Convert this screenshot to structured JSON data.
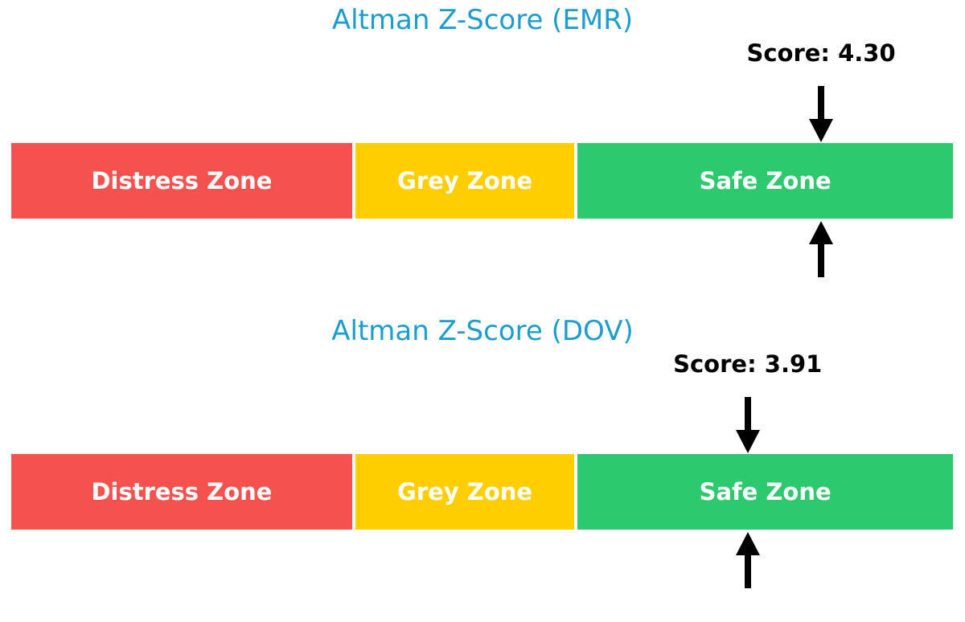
{
  "figure": {
    "background": "#ffffff"
  },
  "chart_data": [
    {
      "type": "bar",
      "orientation": "horizontal",
      "title": "Altman Z-Score (EMR)",
      "title_color": "#1C9DD0",
      "xlim": [
        0,
        5
      ],
      "zones": [
        {
          "label": "Distress Zone",
          "color": "#F5514E",
          "range": [
            0,
            1.81
          ]
        },
        {
          "label": "Grey Zone",
          "color": "#FFCE00",
          "range": [
            1.81,
            2.99
          ]
        },
        {
          "label": "Safe Zone",
          "color": "#2DC96F",
          "range": [
            2.99,
            5
          ]
        }
      ],
      "score": 4.3,
      "score_label": "Score: 4.30",
      "score_label_color": "#000000",
      "arrow_color": "#000000",
      "annotations": [
        "down-arrow above bar at score",
        "up-arrow below bar at score"
      ]
    },
    {
      "type": "bar",
      "orientation": "horizontal",
      "title": "Altman Z-Score (DOV)",
      "title_color": "#1C9DD0",
      "xlim": [
        0,
        5
      ],
      "zones": [
        {
          "label": "Distress Zone",
          "color": "#F5514E",
          "range": [
            0,
            1.81
          ]
        },
        {
          "label": "Grey Zone",
          "color": "#FFCE00",
          "range": [
            1.81,
            2.99
          ]
        },
        {
          "label": "Safe Zone",
          "color": "#2DC96F",
          "range": [
            2.99,
            5
          ]
        }
      ],
      "score": 3.91,
      "score_label": "Score: 3.91",
      "score_label_color": "#000000",
      "arrow_color": "#000000",
      "annotations": [
        "down-arrow above bar at score",
        "up-arrow below bar at score"
      ]
    }
  ]
}
